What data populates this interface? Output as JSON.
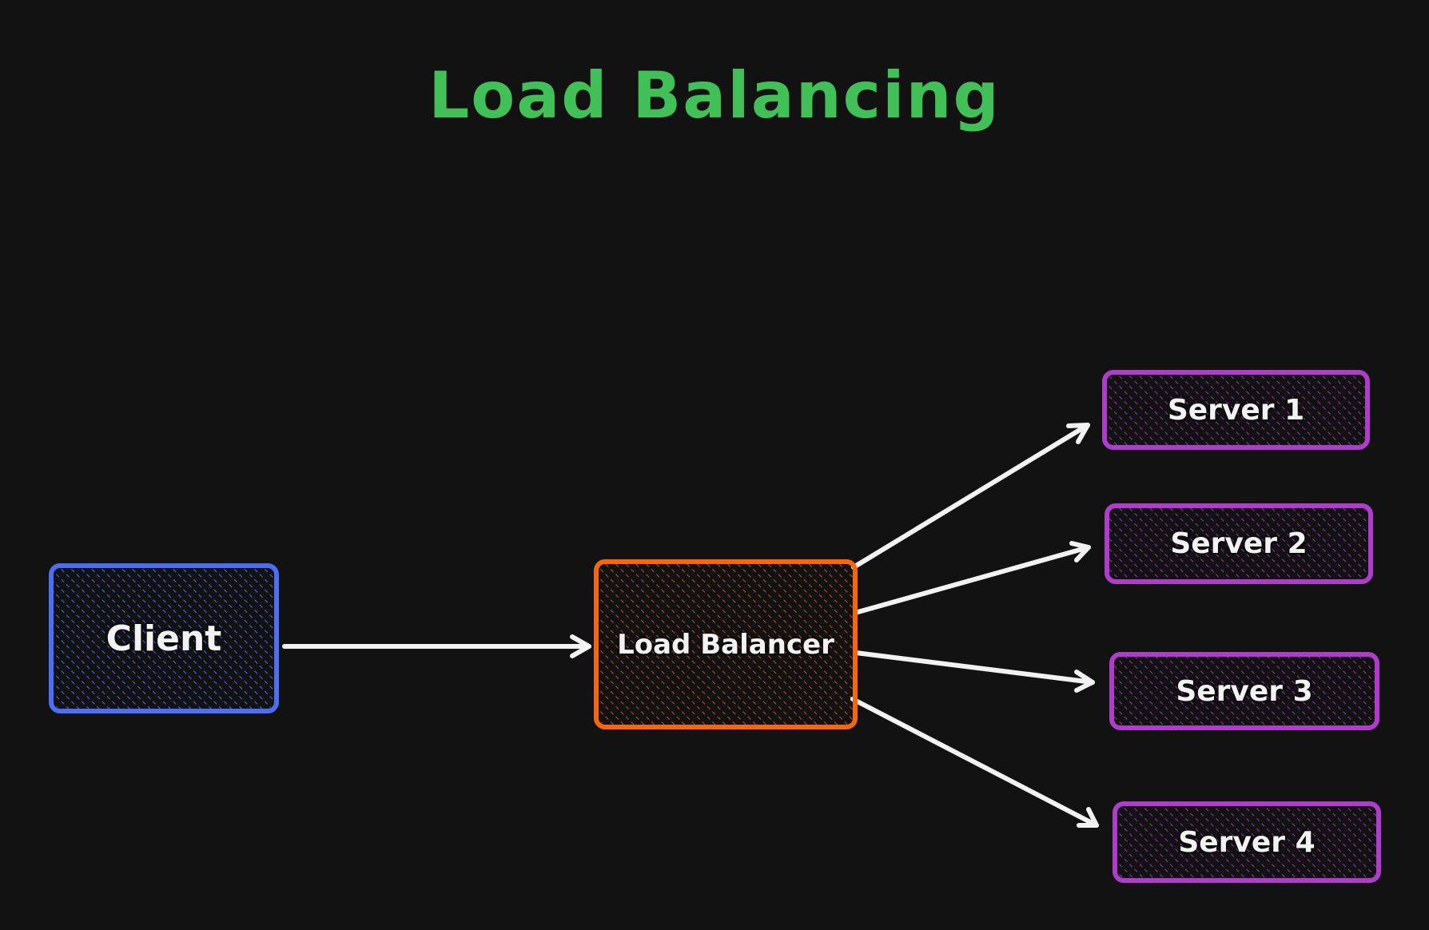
{
  "title": {
    "text": "Load Balancing",
    "color": "#40c057"
  },
  "colors": {
    "background": "#121212",
    "arrow": "#f2f2f2",
    "client_stroke": "#4c6ef5",
    "balancer_stroke": "#f76707",
    "server_stroke": "#ae3ec9"
  },
  "nodes": {
    "client": {
      "label": "Client"
    },
    "load_balancer": {
      "label": "Load Balancer"
    },
    "servers": [
      {
        "label": "Server 1"
      },
      {
        "label": "Server 2"
      },
      {
        "label": "Server 3"
      },
      {
        "label": "Server 4"
      }
    ]
  },
  "edges": [
    {
      "from": "Client",
      "to": "Load Balancer"
    },
    {
      "from": "Load Balancer",
      "to": "Server 1"
    },
    {
      "from": "Load Balancer",
      "to": "Server 2"
    },
    {
      "from": "Load Balancer",
      "to": "Server 3"
    },
    {
      "from": "Load Balancer",
      "to": "Server 4"
    }
  ]
}
